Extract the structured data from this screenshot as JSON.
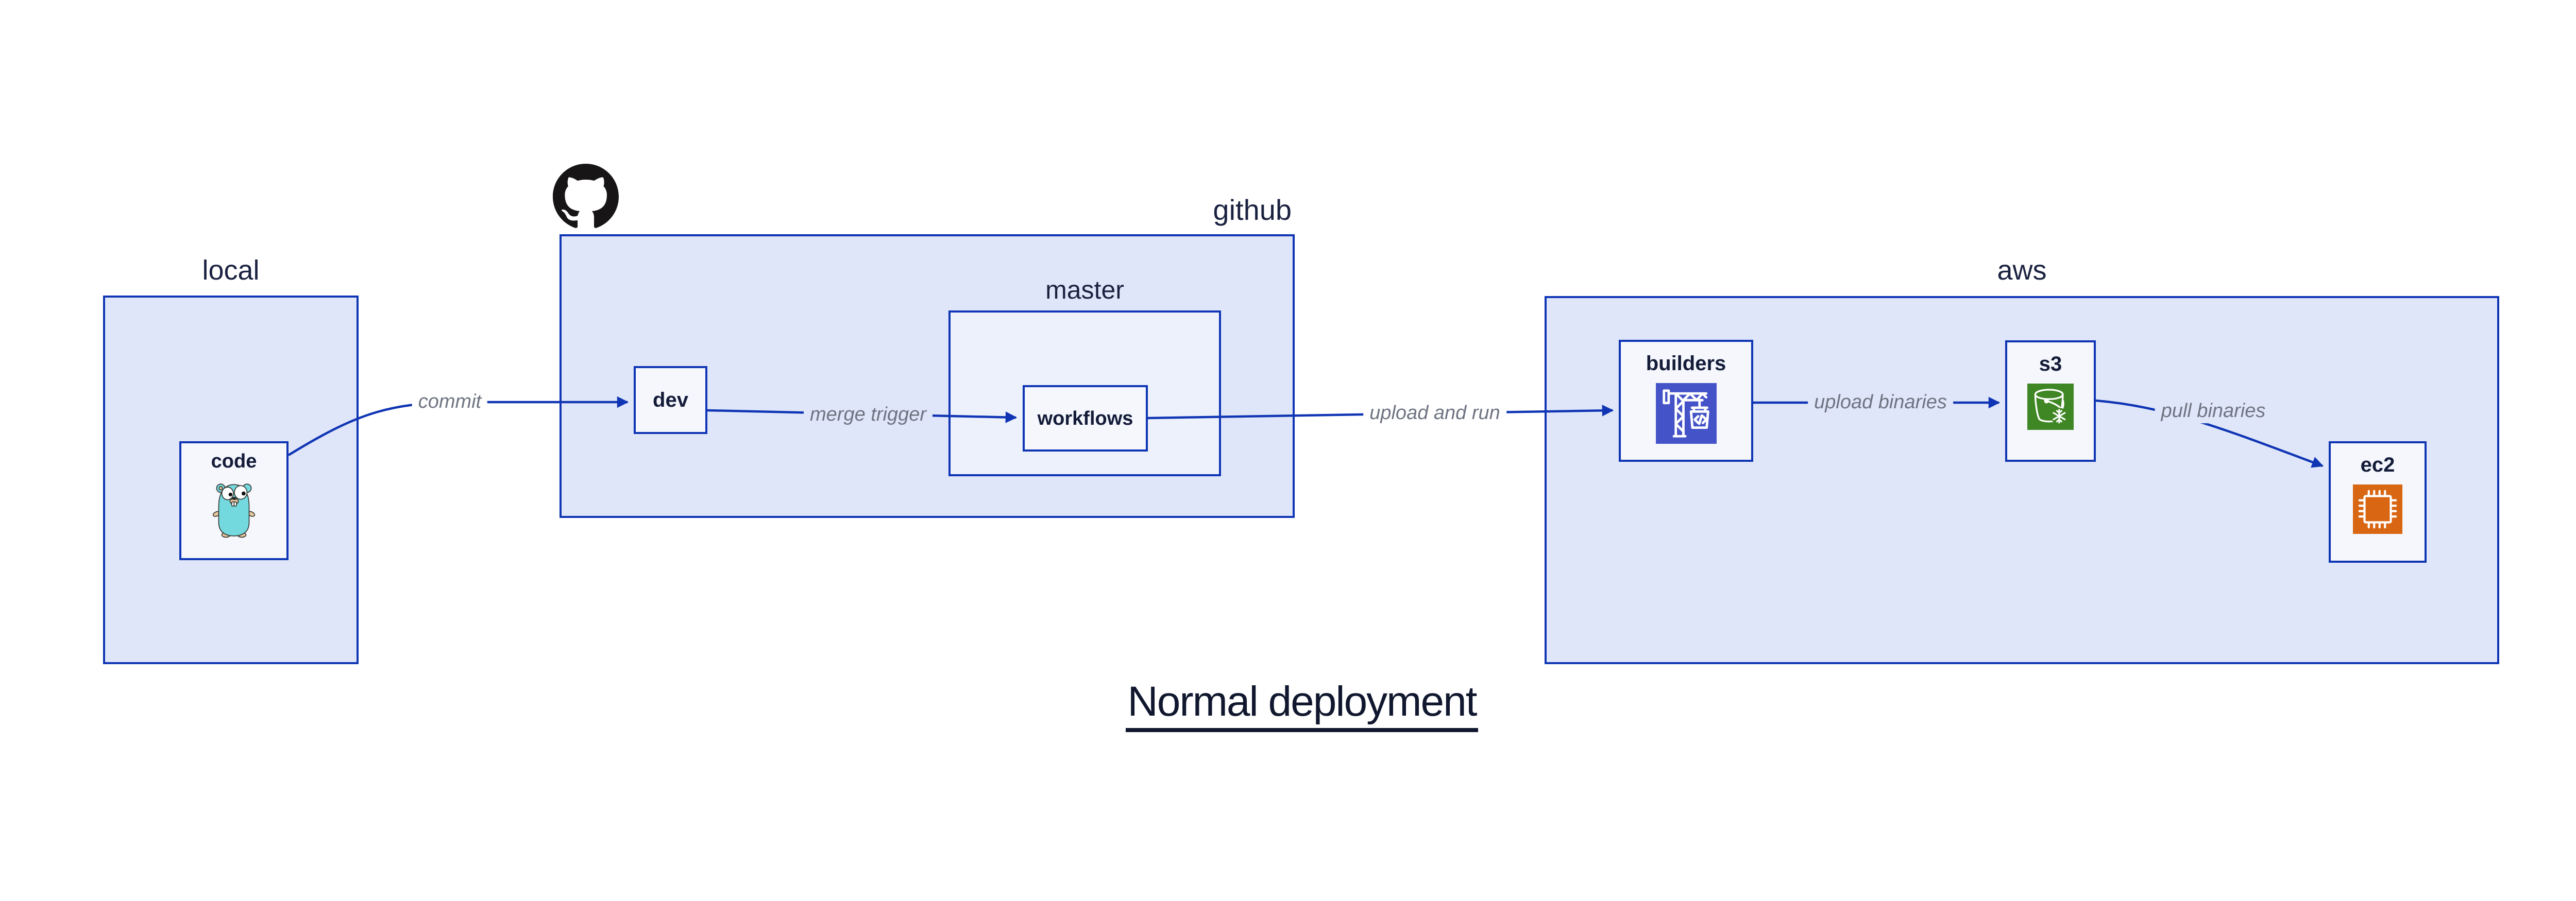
{
  "title": "Normal deployment",
  "groups": {
    "local": {
      "label": "local"
    },
    "github": {
      "label": "github",
      "logo_icon": "github-octocat-icon"
    },
    "master": {
      "label": "master"
    },
    "aws": {
      "label": "aws"
    }
  },
  "nodes": {
    "code": {
      "label": "code",
      "icon": "go-gopher-icon"
    },
    "dev": {
      "label": "dev"
    },
    "workflows": {
      "label": "workflows"
    },
    "builders": {
      "label": "builders",
      "icon": "codebuild-crane-icon"
    },
    "s3": {
      "label": "s3",
      "icon": "s3-bucket-snowflake-icon"
    },
    "ec2": {
      "label": "ec2",
      "icon": "ec2-chip-icon"
    }
  },
  "edges": {
    "commit": {
      "label": "commit",
      "from": "code",
      "to": "dev"
    },
    "merge_trigger": {
      "label": "merge trigger",
      "from": "dev",
      "to": "workflows"
    },
    "upload_and_run": {
      "label": "upload and run",
      "from": "workflows",
      "to": "builders"
    },
    "upload_binaries": {
      "label": "upload binaries",
      "from": "builders",
      "to": "s3"
    },
    "pull_binaries": {
      "label": "pull binaries",
      "from": "s3",
      "to": "ec2"
    }
  },
  "colors": {
    "edge_blue": "#0f35b4",
    "group_fill": "#e0e6f9",
    "master_fill": "#edf1fc",
    "node_fill": "#f5f7fd",
    "label_gray": "#6f7482",
    "text_navy": "#1b2240",
    "title_navy": "#10172e",
    "octocat_black": "#171515",
    "codebuild_indigo": "#4553c8",
    "s3_green": "#3f8624",
    "ec2_orange": "#d86613",
    "gopher_teal": "#74d9df"
  }
}
